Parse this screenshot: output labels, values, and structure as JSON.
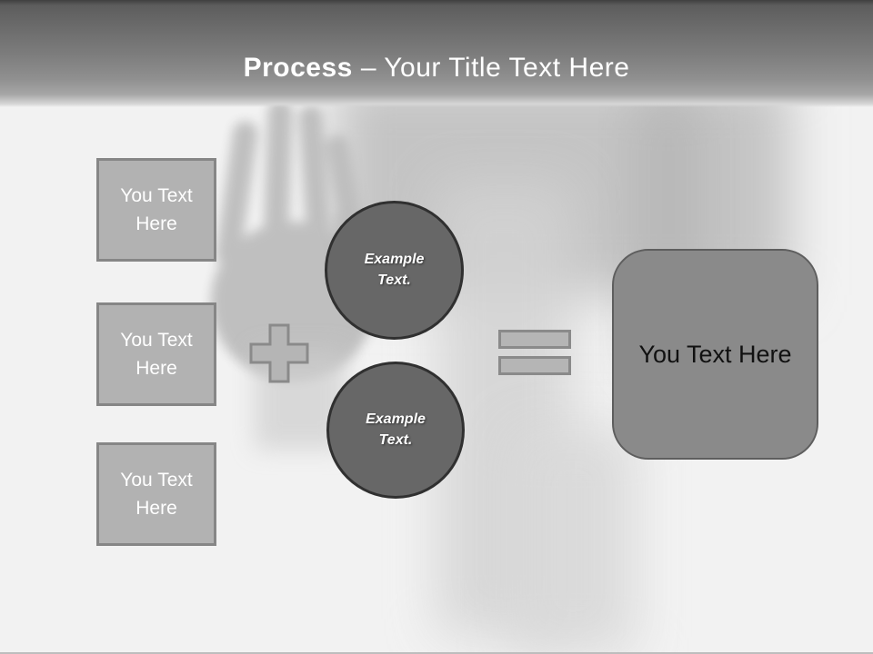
{
  "slide": {
    "header": {
      "title_bold": "Process",
      "title_rest": "– Your Title Text Here"
    },
    "inputs": [
      {
        "label": "You Text Here"
      },
      {
        "label": "You Text Here"
      },
      {
        "label": "You Text Here"
      }
    ],
    "operators": {
      "plus": "plus-icon",
      "equals": "equals-icon"
    },
    "examples": [
      {
        "label": "Example Text."
      },
      {
        "label": "Example Text."
      }
    ],
    "result": {
      "label": "You Text Here"
    },
    "background": {
      "watermark": "hand-on-frosted-glass-photo"
    },
    "colors": {
      "header_top": "#3f3f3f",
      "header_bottom": "#a6a6a6",
      "title_text": "#ffffff",
      "input_fill": "#b2b2b2",
      "input_border": "#868686",
      "operator_fill": "#b5b5b5",
      "operator_border": "#8a8a8a",
      "circle_fill": "#676767",
      "circle_border": "#303030",
      "result_fill": "#8a8a8a",
      "result_border": "#5e5e5e",
      "result_text": "#111111",
      "watermark_gray": "#c4c4c4"
    }
  }
}
